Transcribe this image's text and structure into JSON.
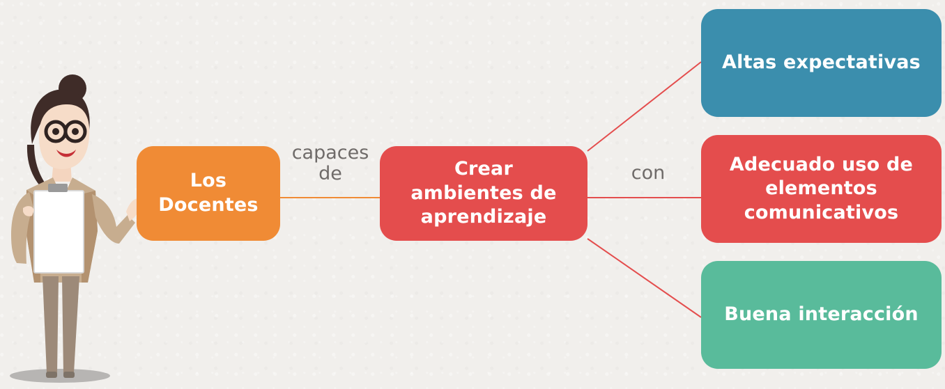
{
  "diagram": {
    "nodes": {
      "los_docentes": "Los Docentes",
      "crear_ambientes": "Crear ambientes de aprendizaje",
      "altas_expectativas": "Altas expectativas",
      "adecuado_uso": "Adecuado uso de elementos comunicativos",
      "buena_interaccion": "Buena interacción"
    },
    "edge_labels": {
      "capaces_de": "capaces de",
      "con": "con"
    },
    "colors": {
      "orange": "#f08b35",
      "red": "#e44d4d",
      "blue": "#3b8ead",
      "green": "#59bb9b"
    },
    "illustration": {
      "name": "teacher-illustration"
    }
  }
}
